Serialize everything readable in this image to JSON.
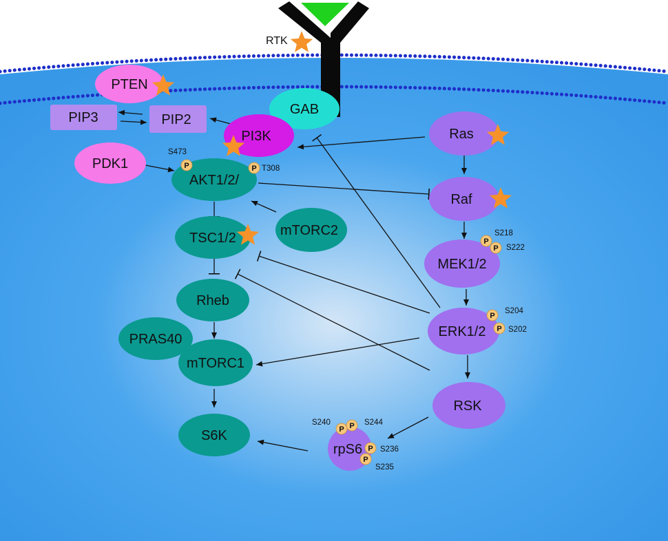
{
  "colors": {
    "cell_light": "#d4e6f7",
    "cell_mid": "#4aa6ee",
    "cell_dark": "#3798e8",
    "membrane_dots": "#1e2ec8",
    "teal": "#0a9a90",
    "purple": "#a070ef",
    "magenta": "#d41ce6",
    "pink": "#f67ae8",
    "pip_purple": "#b48cf0",
    "cyan": "#22ded2",
    "ligand_green": "#1ed21e",
    "receptor": "#0a0a0a",
    "star": "#f5922a",
    "phospho": "#f7c77a"
  },
  "labels": {
    "rtk": "RTK",
    "pten": "PTEN",
    "pip3": "PIP3",
    "pip2": "PIP2",
    "gab": "GAB",
    "pi3k": "PI3K",
    "pdk1": "PDK1",
    "akt": "AKT1/2/",
    "tsc": "TSC1/2",
    "mtorc2": "mTORC2",
    "rheb": "Rheb",
    "pras40": "PRAS40",
    "mtorc1": "mTORC1",
    "s6k": "S6K",
    "ras": "Ras",
    "raf": "Raf",
    "mek": "MEK1/2",
    "erk": "ERK1/2",
    "rsk": "RSK",
    "rps6": "rpS6"
  },
  "sites": {
    "s473": "S473",
    "t308": "T308",
    "s218": "S218",
    "s222": "S222",
    "s204": "S204",
    "s202": "S202",
    "s240": "S240",
    "s244": "S244",
    "s236": "S236",
    "s235": "S235"
  },
  "phospho_label": "P",
  "mutation_marker": "star-icon",
  "interaction_types": [
    "activation-arrow",
    "inhibition-bar"
  ]
}
